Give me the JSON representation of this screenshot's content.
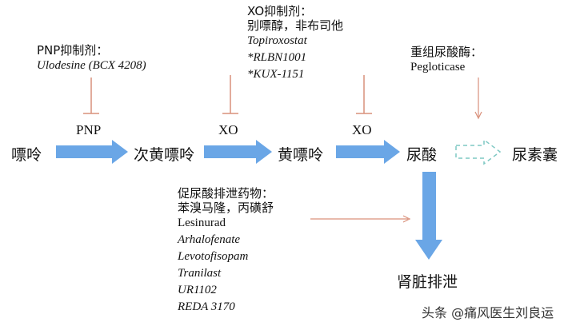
{
  "nodes": {
    "purine": "嘌呤",
    "hypoxanthine": "次黄嘌呤",
    "xanthine": "黄嘌呤",
    "uric_acid": "尿酸",
    "allantoin": "尿素囊",
    "renal": "肾脏排泄"
  },
  "enzymes": {
    "pnp": "PNP",
    "xo1": "XO",
    "xo2": "XO"
  },
  "pnp_inhibitor": {
    "title": "PNP抑制剂：",
    "drug": "Ulodesine (BCX 4208)"
  },
  "xo_inhibitor": {
    "title": "XO抑制剂：",
    "line2": "别嘌醇，非布司他",
    "drug1": "Topiroxostat",
    "drug2": "*RLBN1001",
    "drug3": "*KUX-1151"
  },
  "uricase": {
    "title": "重组尿酸酶：",
    "drug": "Pegloticase"
  },
  "uricosuric": {
    "title": "促尿酸排泄药物：",
    "line2": "苯溴马隆，丙磺舒",
    "drug1": "Lesinurad",
    "drug2": "Arhalofenate",
    "drug3": "Levotofisopam",
    "drug4": "Tranilast",
    "drug5": "UR1102",
    "drug6": "REDA 3170"
  },
  "watermark": "头条 @痛风医生刘良运",
  "colors": {
    "arrow_fill": "#6aa6e6",
    "inhibitor_line": "#d9907a"
  }
}
